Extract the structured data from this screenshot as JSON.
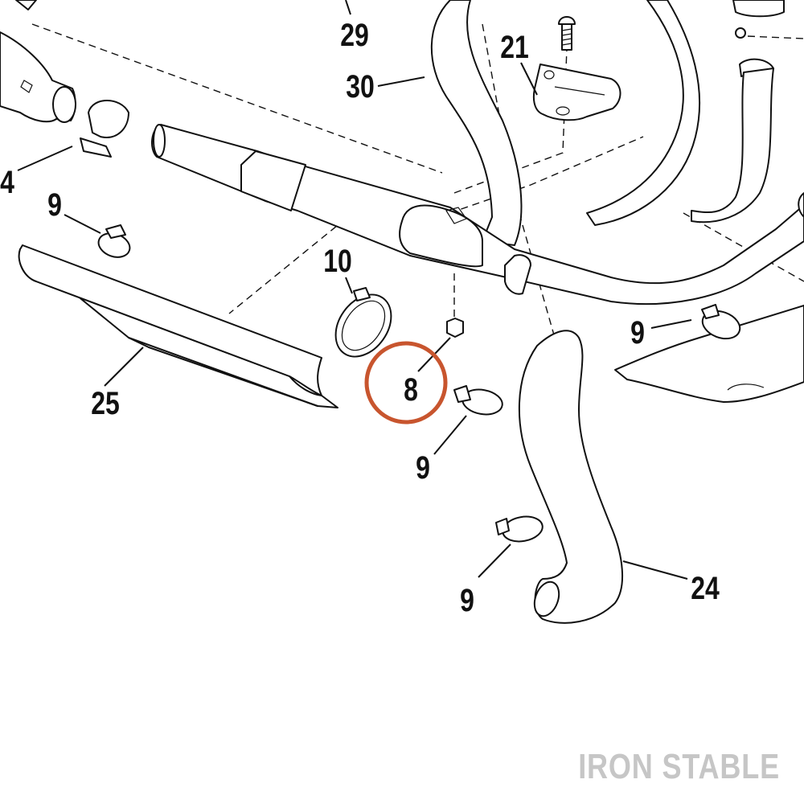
{
  "callouts": {
    "c4": "4",
    "c8": "8",
    "c9_a": "9",
    "c9_b": "9",
    "c9_c": "9",
    "c9_d": "9",
    "c10": "10",
    "c21": "21",
    "c24": "24",
    "c25": "25",
    "c29": "29",
    "c30": "30"
  },
  "highlight": {
    "part": "8",
    "color": "#c8552e"
  },
  "watermark": "IRON STABLE"
}
